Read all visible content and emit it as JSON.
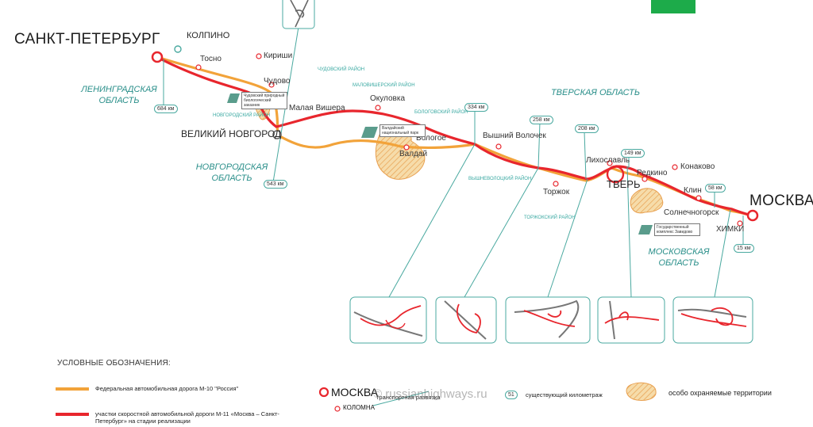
{
  "cities": {
    "spb": "САНКТ-ПЕТЕРБУРГ",
    "moscow": "МОСКВА",
    "kolpino": "КОЛПИНО",
    "tosno": "Тосно",
    "kirishi": "Кириши",
    "chudovo": "Чудово",
    "malaya_vishera": "Малая Вишера",
    "okulovka": "Окуловка",
    "veliky_novgorod": "ВЕЛИКИЙ НОВГОРОД",
    "valdai": "Валдай",
    "bologoe": "Бологое",
    "vyshny_volochek": "Вышний Волочек",
    "torzhok": "Торжок",
    "likhoslavl": "Лихославль",
    "tver": "ТВЕРЬ",
    "redkino": "Редкино",
    "konakovo": "Конаково",
    "klin": "Клин",
    "solnechnogorsk": "Солнечногорск",
    "khimki": "ХИМКИ"
  },
  "regions": {
    "leningrad": "ЛЕНИНГРАДСКАЯ ОБЛАСТЬ",
    "novgorod": "НОВГОРОДСКАЯ ОБЛАСТЬ",
    "tver": "ТВЕРСКАЯ ОБЛАСТЬ",
    "moscow": "МОСКОВСКАЯ ОБЛАСТЬ"
  },
  "districts": {
    "chudovsky": "ЧУДОВСКИЙ РАЙОН",
    "malovishersky": "МАЛОВИШЕРСКИЙ РАЙОН",
    "novgorodsky": "НОВГОРОДСКИЙ РАЙОН",
    "bologovsky": "БОЛОГОВСКИЙ РАЙОН",
    "vyshnevolotsky": "ВЫШНЕВОЛОЦКИЙ РАЙОН",
    "torzhoksky": "ТОРЖОКСКИЙ РАЙОН"
  },
  "km_markers": {
    "km684": "684 км",
    "km543": "543 км",
    "km334": "334 км",
    "km258": "258 км",
    "km208": "208 км",
    "km149": "149 км",
    "km58": "58 км",
    "km15": "15 км"
  },
  "protected_areas": {
    "chudovsky": "Чудовский природный биологический заказник",
    "valdaisky": "Валдайский национальный парк",
    "zavidovo": "Государственный комплекс Завидово"
  },
  "legend": {
    "title": "УСЛОВНЫЕ ОБОЗНАЧЕНИЯ:",
    "m10": "Федеральная автомобильная дорога М-10 \"Россия\"",
    "m11": "участки скоростной автомобильной дороги М-11 «Москва – Санкт-Петербург» на стадии реализации",
    "moscow_sample": "МОСКВА",
    "kolomna_sample": "КОЛОМНА",
    "interchange": "транспортная развязка",
    "km_sample_value": "51",
    "km_sample_text": "существующий километраж",
    "protected": "особо охраняемые территории"
  },
  "watermark": "© russianhighways.ru",
  "colors": {
    "m10": "#f2a33a",
    "m11": "#e8262d",
    "teal": "#4aa9a0",
    "protected_fill": "#f0c98a",
    "brand": "#1dab4a"
  }
}
